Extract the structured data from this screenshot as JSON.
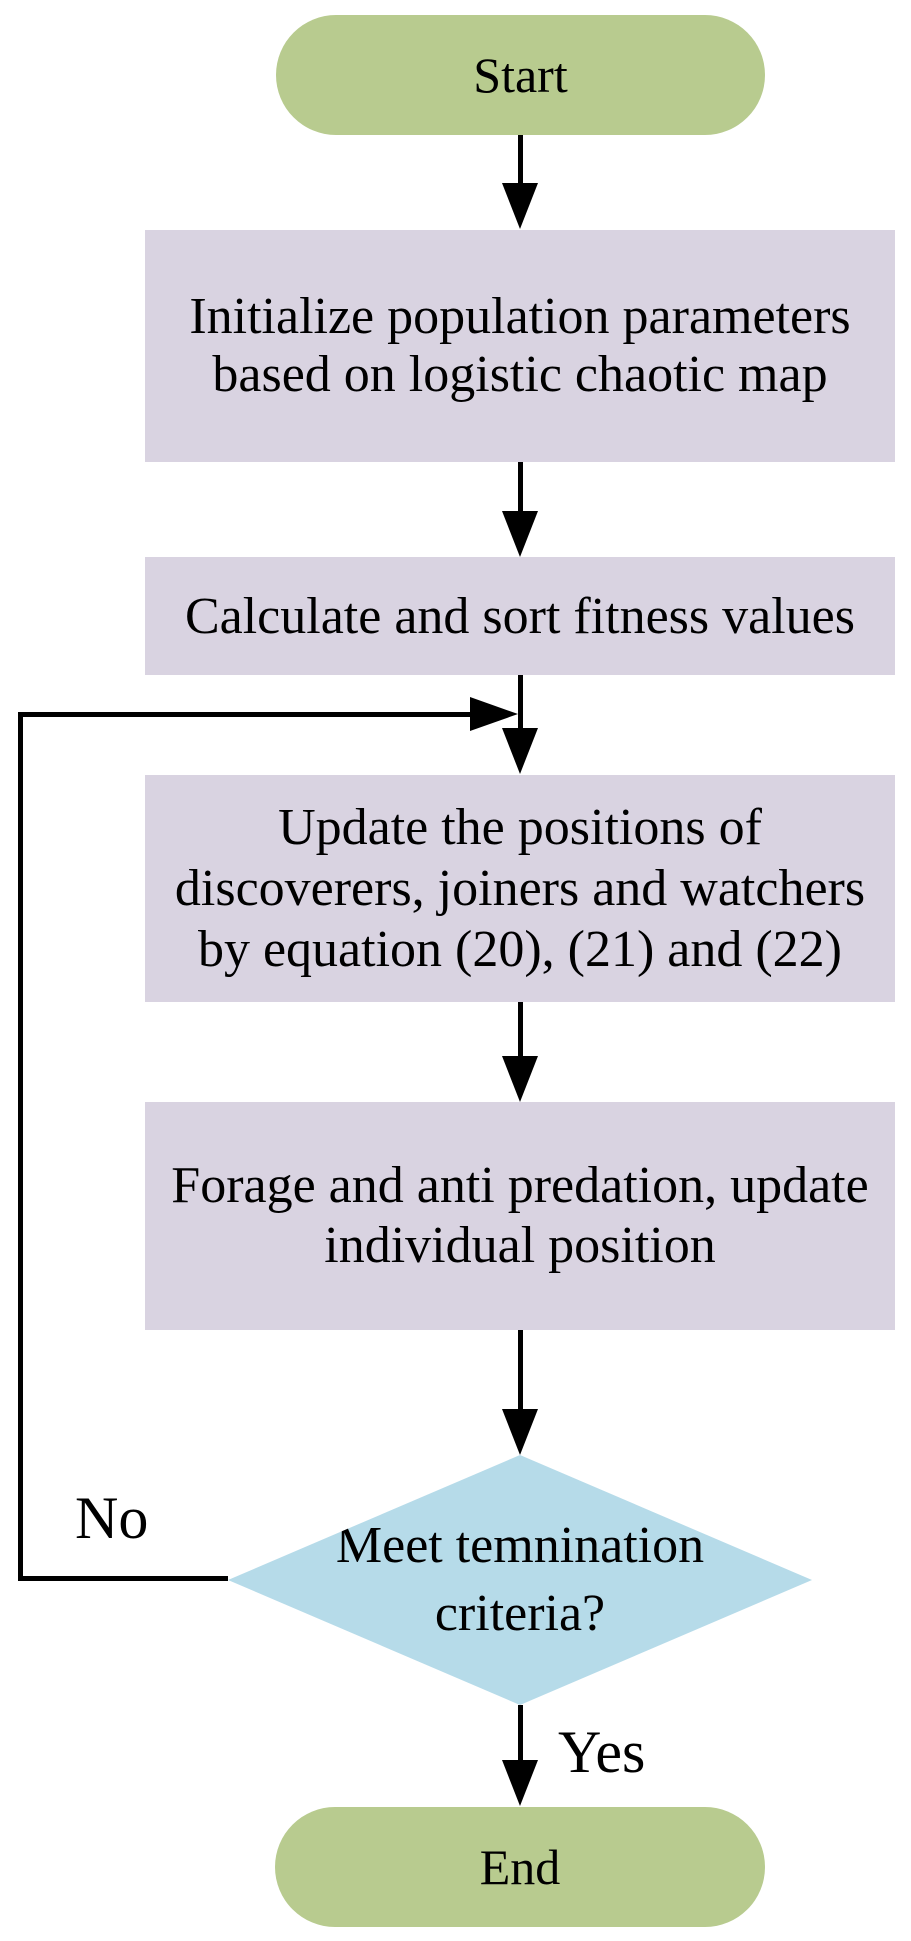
{
  "colors": {
    "terminal_fill": "#b8cb8f",
    "process_fill": "#d9d3e1",
    "decision_fill": "#b6dbe9",
    "line_color": "#000000",
    "text_color": "#000000",
    "background": "#ffffff"
  },
  "nodes": {
    "start": {
      "type": "terminal",
      "label": "Start"
    },
    "init": {
      "type": "process",
      "label": "Initialize population parameters based on logistic chaotic map",
      "lines": [
        "Initialize population parameters",
        "based on logistic chaotic map"
      ]
    },
    "calc": {
      "type": "process",
      "label": "Calculate and sort fitness values",
      "lines": [
        "Calculate and sort fitness values"
      ]
    },
    "update": {
      "type": "process",
      "label": "Update the positions of discoverers, joiners and watchers by equation (20), (21) and (22)",
      "lines": [
        "Update the positions of",
        "discoverers, joiners and watchers",
        "by equation (20), (21) and (22)"
      ]
    },
    "forage": {
      "type": "process",
      "label": "Forage and anti predation, update individual position",
      "lines": [
        "Forage and anti predation, update",
        "individual position"
      ]
    },
    "decision": {
      "type": "decision",
      "label": "Meet temnination criteria?",
      "lines": [
        "Meet temnination",
        "criteria?"
      ]
    },
    "end": {
      "type": "terminal",
      "label": "End"
    }
  },
  "edges": {
    "yes_label": "Yes",
    "no_label": "No"
  }
}
